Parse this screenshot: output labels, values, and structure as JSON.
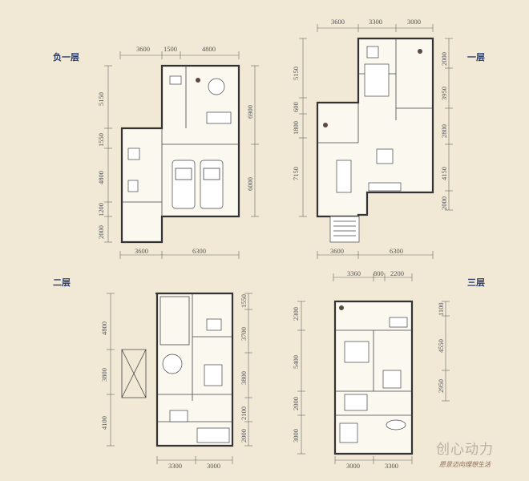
{
  "floors": {
    "basement": {
      "label": "负一层",
      "dims_top": [
        "3600",
        "1500",
        "4800"
      ],
      "dims_left": [
        "5150",
        "1550",
        "4800",
        "1200",
        "2000"
      ],
      "dims_right": [
        "6900",
        "6000"
      ],
      "dims_bottom": [
        "3600",
        "6300"
      ]
    },
    "first": {
      "label": "一层",
      "dims_top": [
        "3600",
        "3300",
        "3000"
      ],
      "dims_left": [
        "5150",
        "600",
        "1800",
        "7150"
      ],
      "dims_right": [
        "2000",
        "3950",
        "2800",
        "4150",
        "2000"
      ],
      "dims_bottom": [
        "3600",
        "6300"
      ]
    },
    "second": {
      "label": "二层",
      "dims_left": [
        "4800",
        "3800",
        "4100"
      ],
      "dims_right": [
        "1550",
        "3700",
        "3800",
        "2100",
        "2000"
      ],
      "dims_bottom": [
        "3300",
        "3000"
      ]
    },
    "third": {
      "label": "三层",
      "dims_top": [
        "3360",
        "800",
        "2200"
      ],
      "dims_left": [
        "2300",
        "5400",
        "2000",
        "3000"
      ],
      "dims_right": [
        "1100",
        "4550",
        "2950"
      ],
      "dims_bottom": [
        "3000",
        "3300"
      ]
    }
  },
  "brand": {
    "name": "创心动力",
    "slogan": "愿景迈向理想生活"
  }
}
